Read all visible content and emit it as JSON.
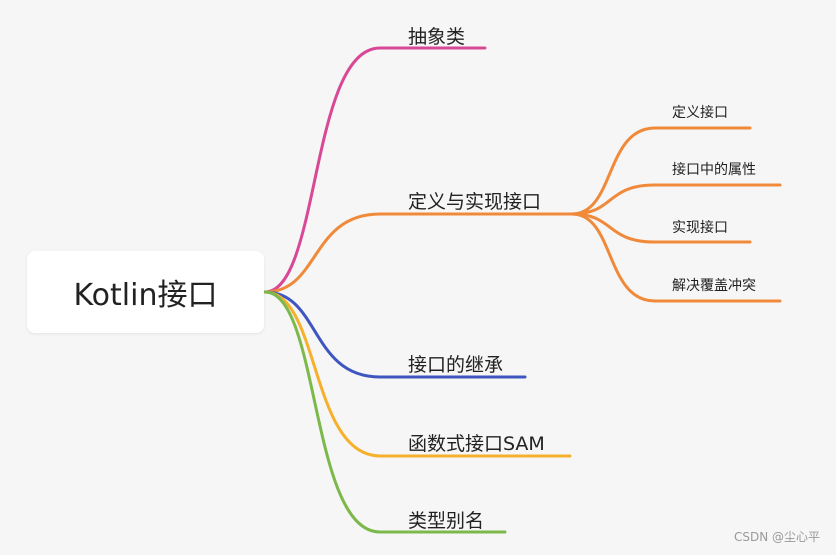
{
  "root": {
    "label": "Kotlin接口"
  },
  "branches": [
    {
      "label": "抽象类",
      "color": "#d94896"
    },
    {
      "label": "定义与实现接口",
      "color": "#f08a3a",
      "children": [
        {
          "label": "定义接口"
        },
        {
          "label": "接口中的属性"
        },
        {
          "label": "实现接口"
        },
        {
          "label": "解决覆盖冲突"
        }
      ]
    },
    {
      "label": "接口的继承",
      "color": "#3f56c0"
    },
    {
      "label": "函数式接口SAM",
      "color": "#f6b02c"
    },
    {
      "label": "类型别名",
      "color": "#7cb84a"
    }
  ],
  "watermark": "CSDN @尘心平"
}
